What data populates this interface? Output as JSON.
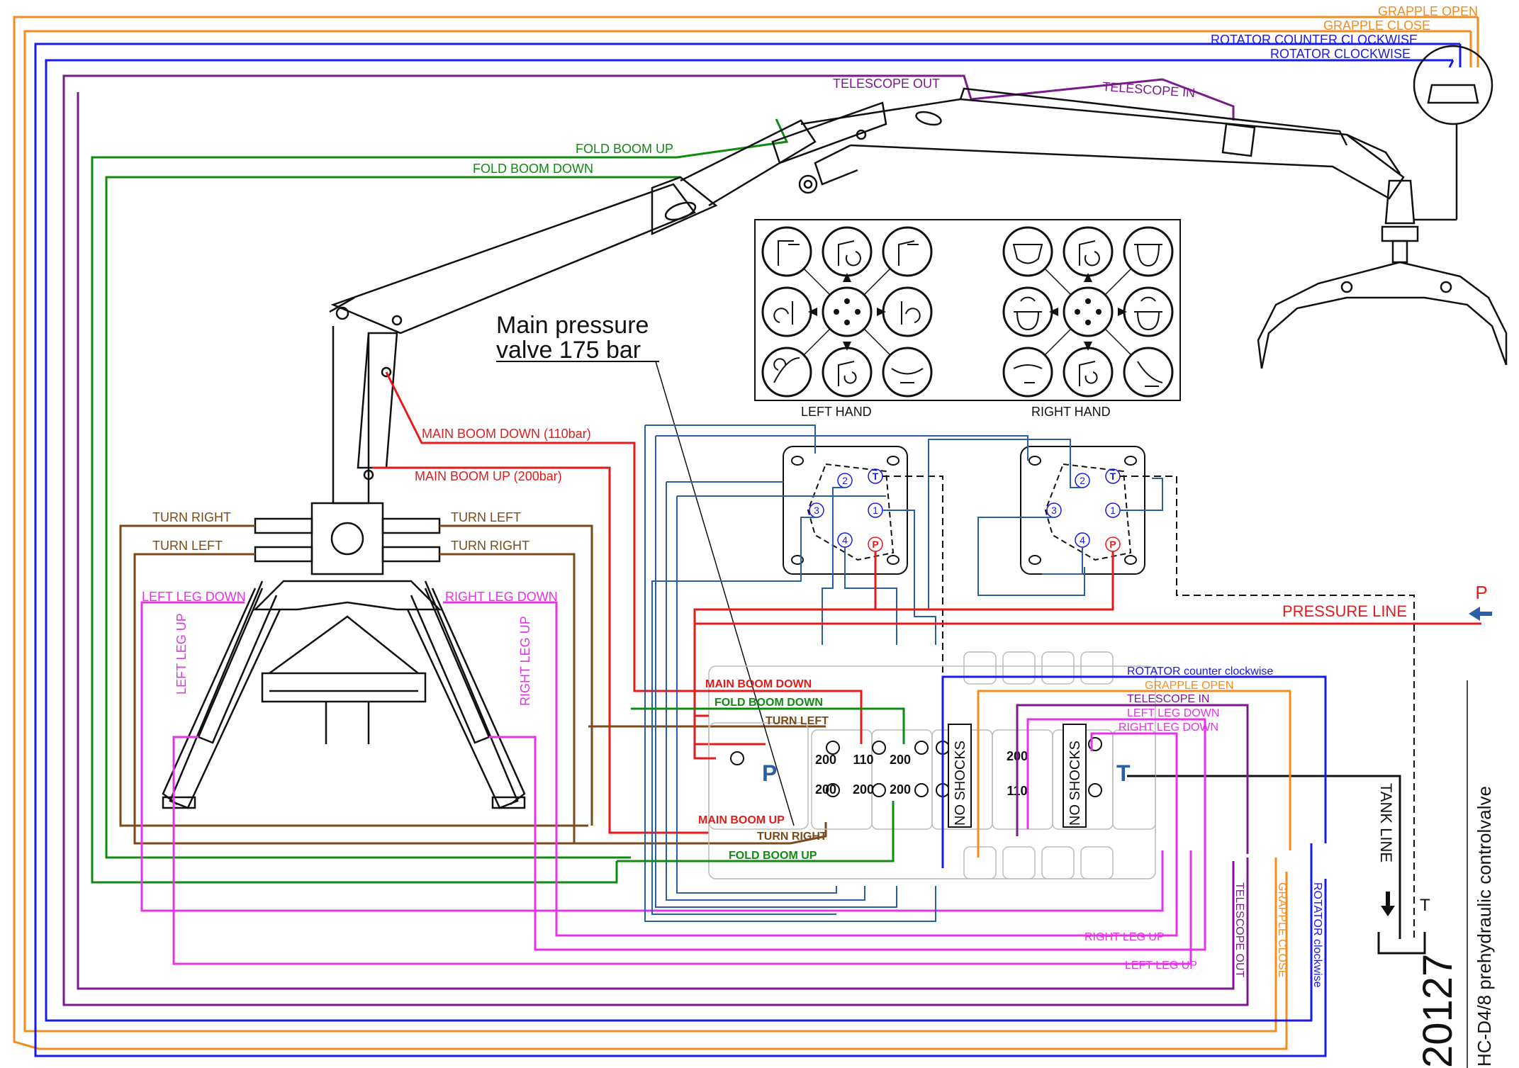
{
  "colors": {
    "orange": "#f28c1e",
    "blue": "#1a1ae6",
    "purple": "#7a1a8c",
    "green": "#118a11",
    "brown": "#7a4a1a",
    "red": "#e61a1a",
    "magenta": "#e633e6",
    "steel": "#2a5ea8",
    "black": "#111111"
  },
  "top_lines": [
    {
      "label": "GRAPPLE OPEN",
      "color": "orange"
    },
    {
      "label": "GRAPPLE CLOSE",
      "color": "orange"
    },
    {
      "label": "ROTATOR COUNTER CLOCKWISE",
      "color": "blue"
    },
    {
      "label": "ROTATOR CLOCKWISE",
      "color": "blue"
    }
  ],
  "boom_lines": {
    "telescope_out": "TELESCOPE OUT",
    "telescope_in": "TELESCOPE IN",
    "fold_boom_up": "FOLD BOOM UP",
    "fold_boom_down": "FOLD BOOM DOWN",
    "main_boom_down": "MAIN BOOM DOWN (110bar)",
    "main_boom_up": "MAIN BOOM UP (200bar)"
  },
  "turn_lines": {
    "turn_right_left": "TURN RIGHT",
    "turn_left_right": "TURN LEFT",
    "turn_left_left": "TURN LEFT",
    "turn_right_right": "TURN RIGHT"
  },
  "leg_lines": {
    "left_leg_down": "LEFT LEG DOWN",
    "right_leg_down": "RIGHT LEG DOWN",
    "left_leg_up": "LEFT LEG UP",
    "right_leg_up": "RIGHT LEG UP"
  },
  "pressure_note": [
    "Main pressure",
    "valve 175 bar"
  ],
  "hands": {
    "left": "LEFT HAND",
    "right": "RIGHT HAND"
  },
  "joystick_ports": [
    "1",
    "2",
    "3",
    "4",
    "P",
    "T"
  ],
  "pressure_line": {
    "label": "PRESSURE LINE",
    "letter": "P"
  },
  "tank_line": {
    "label": "TANK LINE",
    "letter": "T"
  },
  "valve": {
    "P": "P",
    "T": "T",
    "left_labels": [
      "MAIN BOOM DOWN",
      "FOLD BOOM DOWN",
      "TURN LEFT",
      "MAIN BOOM UP",
      "TURN RIGHT",
      "FOLD BOOM UP"
    ],
    "right_labels": [
      "ROTATOR counter clockwise",
      "GRAPPLE OPEN",
      "TELESCOPE IN",
      "LEFT LEG DOWN",
      "RIGHT LEG DOWN"
    ],
    "top_row": [
      "200",
      "110",
      "200"
    ],
    "bottom_row": [
      "200",
      "200",
      "200"
    ],
    "mid_top": "200",
    "mid_bottom": "110",
    "no_shocks": "NO SHOCKS"
  },
  "bottom_labels": {
    "right_leg_up": "RIGHT LEG UP",
    "left_leg_up": "LEFT LEG UP",
    "telescope_out": "TELESCOPE OUT",
    "grapple_close": "GRAPPLE CLOSE",
    "rotator_clockwise": "ROTATOR clockwise"
  },
  "drawing_number": "20127",
  "drawing_title": "HC-D4/8 prehydraulic controlvalve"
}
